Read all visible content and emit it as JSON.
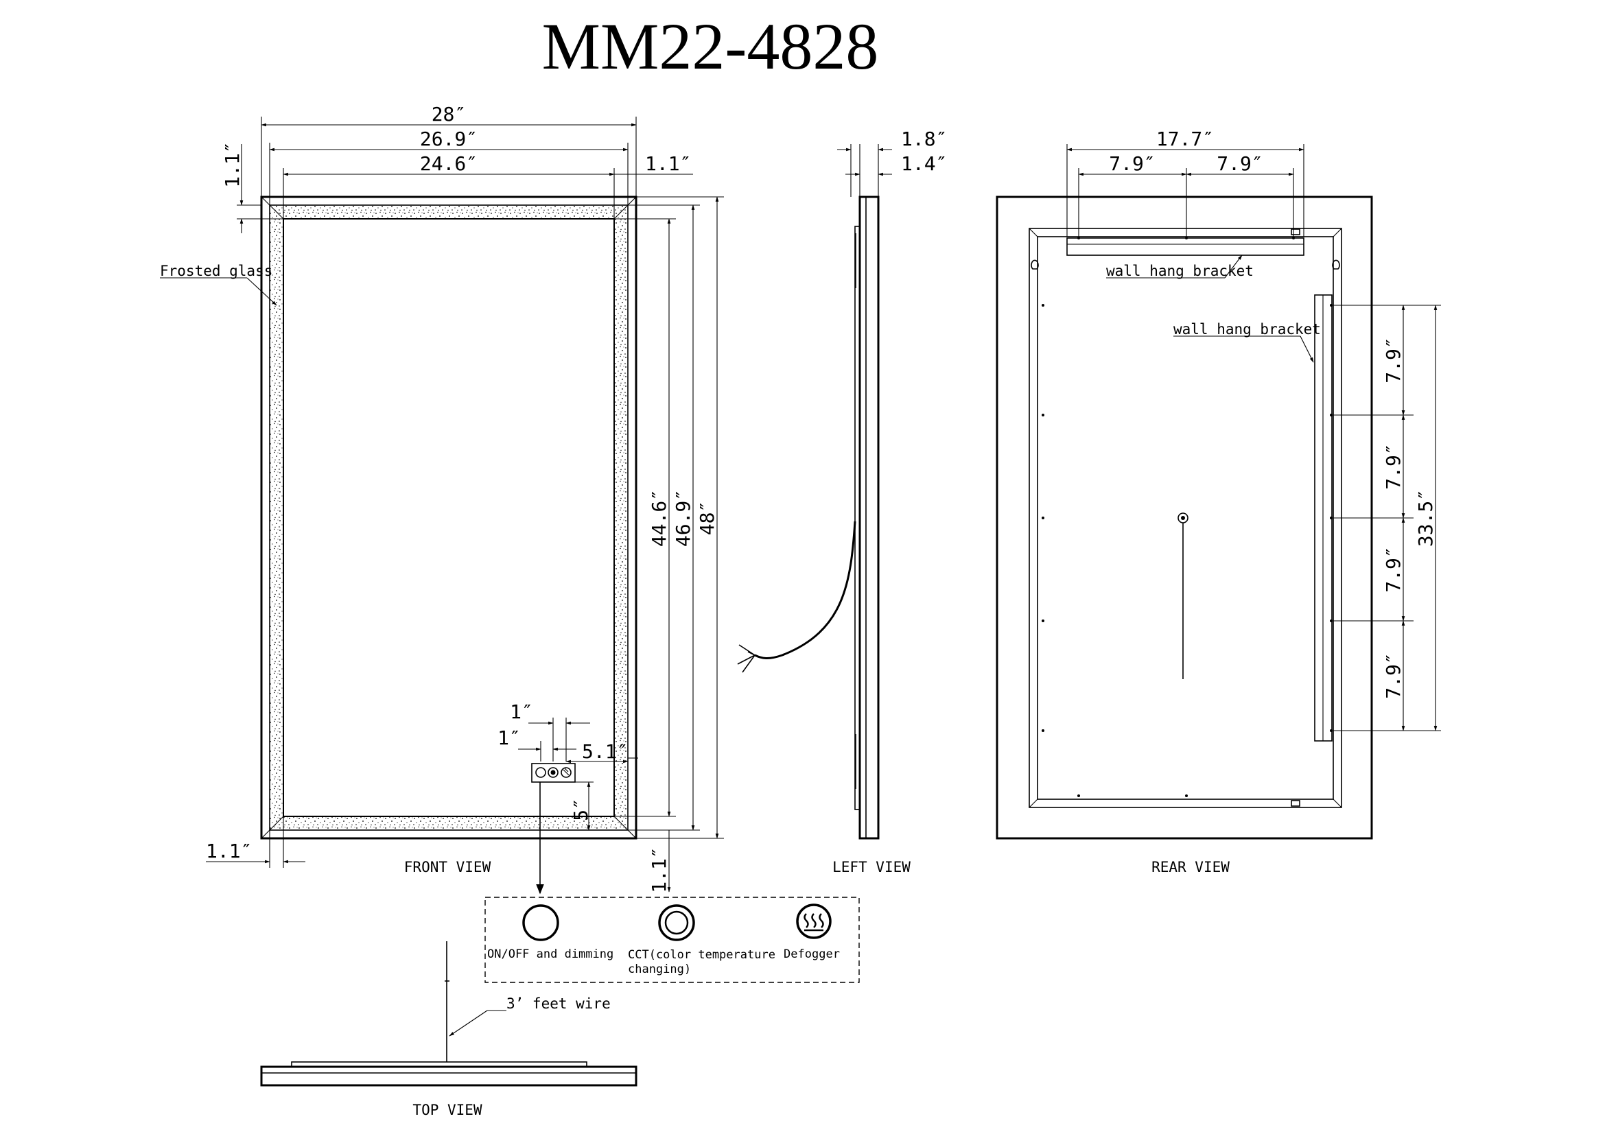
{
  "title": "MM22-4828",
  "views": {
    "front": "FRONT VIEW",
    "left": "LEFT VIEW",
    "rear": "REAR VIEW",
    "top": "TOP VIEW"
  },
  "front_dims": {
    "overall_width": "28″",
    "inner_width": "26.9″",
    "glass_width": "24.6″",
    "border_right": "1.1″",
    "border_top": "1.1″",
    "border_bottom_left": "1.1″",
    "border_bottom": "1.1″",
    "glass_height": "44.6″",
    "inner_height": "46.9″",
    "overall_height": "48″",
    "switch_spacing_a": "1″",
    "switch_spacing_b": "1″",
    "switch_offset_right": "5.1″",
    "switch_offset_bottom": "5″"
  },
  "left_dims": {
    "total_depth": "1.8″",
    "frame_depth": "1.4″"
  },
  "rear_dims": {
    "bracket_span": "17.7″",
    "hole_left": "7.9″",
    "hole_right": "7.9″",
    "vert_1": "7.9″",
    "vert_2": "7.9″",
    "vert_3": "7.9″",
    "vert_4": "7.9″",
    "vert_total": "33.5″"
  },
  "labels": {
    "frosted_glass": "Frosted glass",
    "wall_bracket_top": "wall hang bracket",
    "wall_bracket_side": "wall hang bracket",
    "wire": "3’ feet wire"
  },
  "controls": [
    {
      "label_line1": "ON/OFF and dimming",
      "label_line2": "",
      "icon": "power-ring-icon"
    },
    {
      "label_line1": "CCT(color temperature",
      "label_line2": "changing)",
      "icon": "double-ring-icon"
    },
    {
      "label_line1": "Defogger",
      "label_line2": "",
      "icon": "defog-waves-icon"
    }
  ]
}
